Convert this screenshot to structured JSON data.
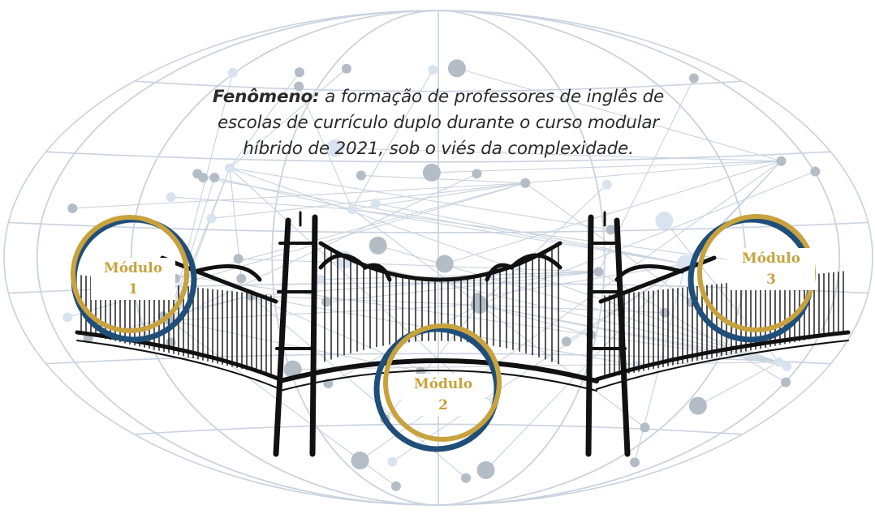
{
  "phenomenon": {
    "lead": "Fenômeno:",
    "line1_rest": " a formação de professores de inglês de",
    "line2": "escolas de currículo duplo durante o curso modular",
    "line3": "híbrido de 2021, sob o viés da complexidade."
  },
  "modules": [
    {
      "title": "Módulo",
      "number": "1"
    },
    {
      "title": "Módulo",
      "number": "2"
    },
    {
      "title": "Módulo",
      "number": "3"
    }
  ],
  "colors": {
    "ring_gold": "#c7a23d",
    "ring_blue": "#1f4e79",
    "network_lines": "#c9d2de",
    "network_nodes": "#aeb7c2",
    "bridge_ink": "#111111",
    "text": "#2b2b2b"
  }
}
